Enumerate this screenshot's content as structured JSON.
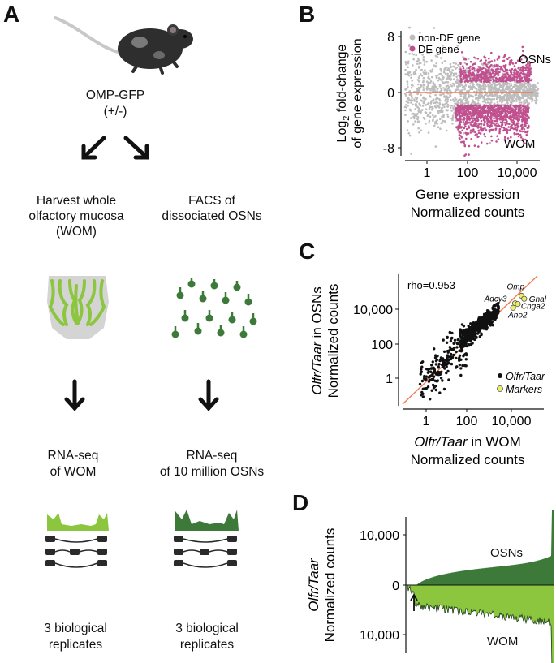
{
  "panels": {
    "a": "A",
    "b": "B",
    "c": "C",
    "d": "D"
  },
  "panel_a": {
    "mouse_label": "OMP-GFP",
    "mouse_sub": "(+/-)",
    "left_step1": "Harvest whole olfactory mucosa (WOM)",
    "right_step1": "FACS of dissociated OSNs",
    "left_step2_line1": "RNA-seq",
    "left_step2_line2": "of WOM",
    "right_step2_line1": "RNA-seq",
    "right_step2_line2": "of 10 million OSNs",
    "left_step3_line1": "3 biological",
    "left_step3_line2": "replicates",
    "right_step3_line1": "3 biological",
    "right_step3_line2": "replicates",
    "colors": {
      "wom": "#8cc63f",
      "osn": "#3d7a3a",
      "tissue": "#d4d4d4"
    }
  },
  "chart_data": [
    {
      "panel": "B",
      "type": "scatter",
      "ylabel_line1": "Log2 fold-change",
      "ylabel_line2": "of gene expression",
      "xlabel_line1": "Gene expression",
      "xlabel_line2": "Normalized counts",
      "yticks": [
        "8",
        "0",
        "-8"
      ],
      "xticks": [
        "1",
        "100",
        "10,000"
      ],
      "legend": [
        "non-DE gene",
        "DE gene"
      ],
      "annotations": [
        "OSNs",
        "WOM"
      ],
      "xscale": "log",
      "ylim": [
        -9,
        9
      ],
      "colors": {
        "non_de": "#bdbdbd",
        "de": "#c0508f",
        "zero_line": "#f07a50"
      }
    },
    {
      "panel": "C",
      "type": "scatter",
      "ylabel_italic": "Olfr/Taar",
      "ylabel_rest": " in OSNs",
      "ylabel_line2": "Normalized counts",
      "xlabel_italic": "Olfr/Taar",
      "xlabel_rest": " in WOM",
      "xlabel_line2": "Normalized counts",
      "yticks": [
        "10,000",
        "100",
        "1"
      ],
      "xticks": [
        "1",
        "100",
        "10,000"
      ],
      "xscale": "log",
      "yscale": "log",
      "rho": "rho=0.953",
      "markers": [
        {
          "label": "Omp",
          "x": 30000,
          "y": 60000
        },
        {
          "label": "Adcy3",
          "x": 15000,
          "y": 22000
        },
        {
          "label": "Gnal",
          "x": 40000,
          "y": 40000
        },
        {
          "label": "Cnga2",
          "x": 20000,
          "y": 20000
        },
        {
          "label": "Ano2",
          "x": 12000,
          "y": 12000
        }
      ],
      "legend": [
        "Olfr/Taar",
        "Markers"
      ],
      "colors": {
        "points": "#111111",
        "markers": "#e8ef6a",
        "diag": "#f07a50"
      }
    },
    {
      "panel": "D",
      "type": "area",
      "ylabel_italic": "Olfr/Taar",
      "ylabel_line2": "Normalized counts",
      "yticks": [
        "10,000",
        "0",
        "10,000"
      ],
      "series": [
        {
          "name": "OSNs"
        },
        {
          "name": "WOM"
        }
      ],
      "colors": {
        "osns": "#3d7a3a",
        "wom": "#8cc63f"
      }
    }
  ]
}
